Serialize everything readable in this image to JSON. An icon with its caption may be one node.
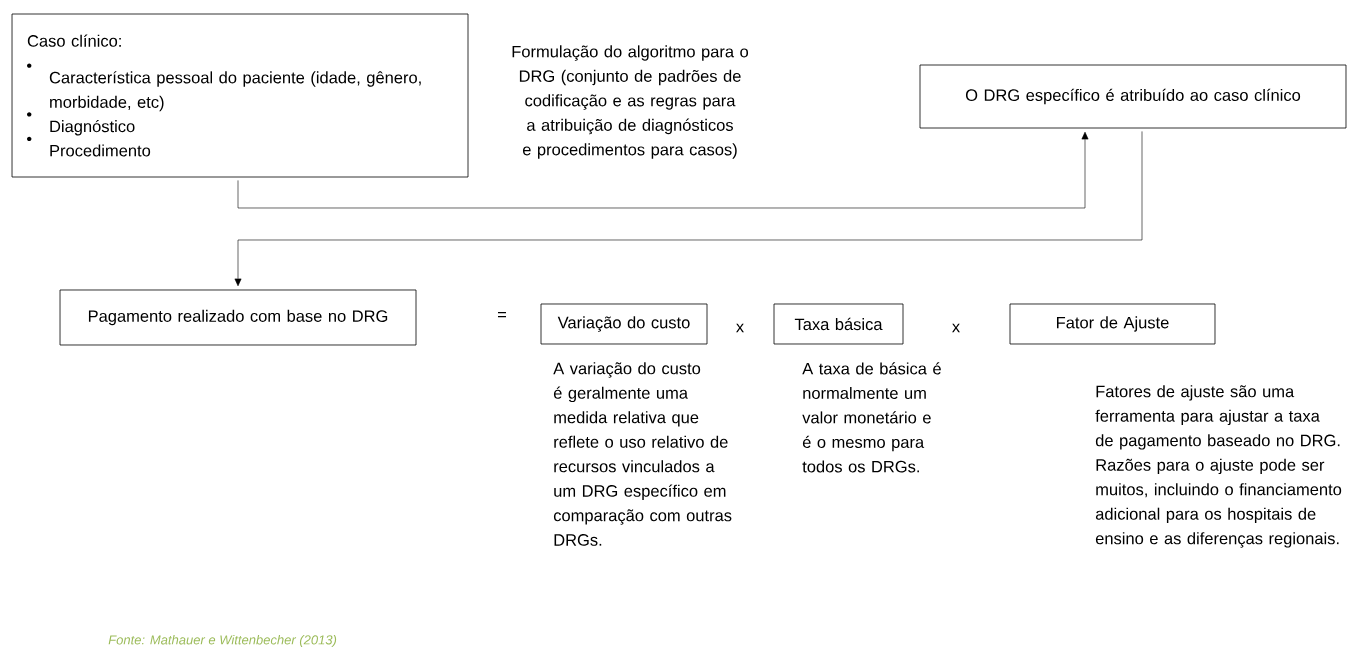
{
  "diagram": {
    "nodes": [
      {
        "text": [
          "Caso clínico:",
          "Característica pessoal do paciente (idade, gênero, morbidade, etc)",
          "Diagnóstico",
          "Procedimento"
        ]
      },
      {
        "text": [
          "O DRG específico é atribuído ao caso clínico"
        ]
      },
      {
        "text": [
          "Pagamento realizado com base no DRG"
        ]
      },
      {
        "text": [
          "Variação do custo"
        ],
        "beside": [
          "A variação do custo é geralmente uma medida relativa que reflete o uso relativo de recursos vinculados a um DRG específico em comparação com outras DRGs."
        ]
      },
      {
        "text": [
          "Taxa básica"
        ],
        "beside": [
          "A taxa de básica é normalmente um valor monetário e é o mesmo para todos os DRGs."
        ]
      },
      {
        "text": [
          "Fator de Ajuste"
        ],
        "beside": [
          "Fatores de ajuste são uma ferramenta para ajustar a taxa de pagamento baseado no DRG. Razões para o ajuste pode ser muitos, incluindo o financiamento adicional para os hospitais de ensino e as diferenças regionais."
        ]
      }
    ],
    "edges": [
      {
        "from": 0,
        "to": 1,
        "arrow": "to"
      },
      {
        "from": 1,
        "to": 2,
        "arrow": "to"
      }
    ],
    "labels": [
      "Formulação do algoritmo para o DRG (conjunto de padrões de codificação e as regras para a atribuição de diagnósticos e procedimentos para casos)",
      "=",
      "x",
      "x",
      "Fonte: Mathauer e Wittenbecher (2013)"
    ]
  }
}
